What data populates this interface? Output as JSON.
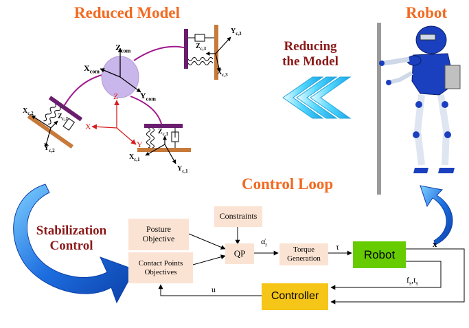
{
  "headings": {
    "reduced_model": "Reduced Model",
    "robot": "Robot",
    "reducing_the_model_line1": "Reducing",
    "reducing_the_model_line2": "the Model",
    "control_loop": "Control Loop",
    "stabilization_line1": "Stabilization",
    "stabilization_line2": "Control"
  },
  "model_labels": {
    "z_com": "Z",
    "z_com_sub": "com",
    "x_com": "X",
    "x_com_sub": "com",
    "y_com": "Y",
    "y_com_sub": "com",
    "z": "Z",
    "x": "X",
    "y": "Y",
    "zc1": "Z",
    "zc1_sub": "c,1",
    "xc1": "X",
    "xc1_sub": "c,1",
    "yc1": "Y",
    "yc1_sub": "c,1",
    "zc2": "Z",
    "zc2_sub": "c,2",
    "xc2": "X",
    "xc2_sub": "c,2",
    "yc2": "Y",
    "yc2_sub": "c,2",
    "zc3": "Z",
    "zc3_sub": "c,3",
    "xc3": "X",
    "xc3_sub": "c,3",
    "yc3": "Y",
    "yc3_sub": "c,3"
  },
  "blocks": {
    "posture_line1": "Posture",
    "posture_line2": "Objective",
    "contact_line1": "Contact Points",
    "contact_line2": "Objectives",
    "constraints": "Constraints",
    "qp": "QP",
    "torque_line1": "Torque",
    "torque_line2": "Generation",
    "robot": "Robot",
    "controller": "Controller"
  },
  "signals": {
    "alpha": "α̇",
    "alpha_sub": "r",
    "tau": "τ",
    "x": "x",
    "fs": "f",
    "fs_sub": "s",
    "ts_sep": ",t",
    "ts_sub": "s",
    "u": "u"
  },
  "colors": {
    "heading_orange": "#f26a21",
    "maroon_text": "#8b1a1a",
    "block_fill": "#fbe3d3",
    "robot_block": "#66cc00",
    "controller_block": "#f5c518",
    "com_ellipse": "#c9b6ea",
    "link_bar": "#6a1d6e",
    "foot_bar": "#c77a3a",
    "frame_red": "#d61f1f",
    "arrow_blue": "#1e6fe0",
    "chevron_cyan": "#4fd6ff"
  }
}
